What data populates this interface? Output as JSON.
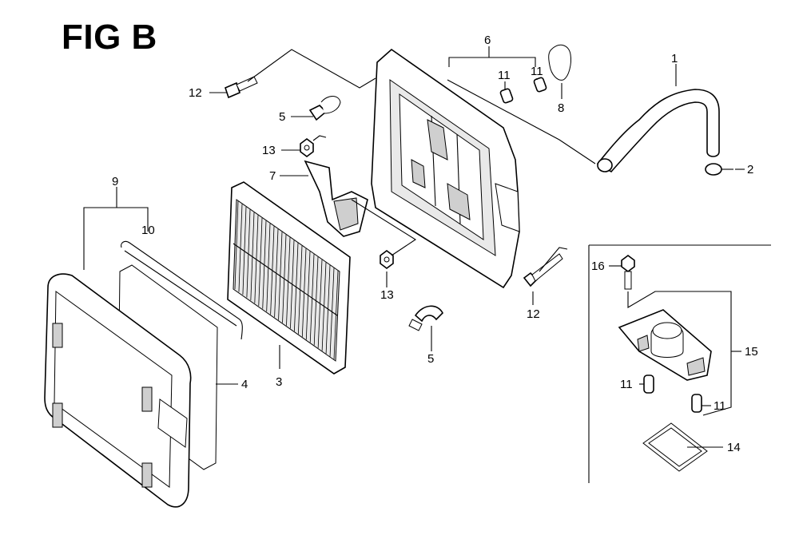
{
  "figure": {
    "title": "FIG B"
  },
  "callouts": {
    "c1": "1",
    "c2": "2",
    "c3": "3",
    "c4": "4",
    "c5a": "5",
    "c5b": "5",
    "c6": "6",
    "c7": "7",
    "c8": "8",
    "c9": "9",
    "c10": "10",
    "c11a": "11",
    "c11b": "11",
    "c11c": "11",
    "c11d": "11",
    "c12a": "12",
    "c12b": "12",
    "c13a": "13",
    "c13b": "13",
    "c14": "14",
    "c15": "15",
    "c16": "16"
  }
}
